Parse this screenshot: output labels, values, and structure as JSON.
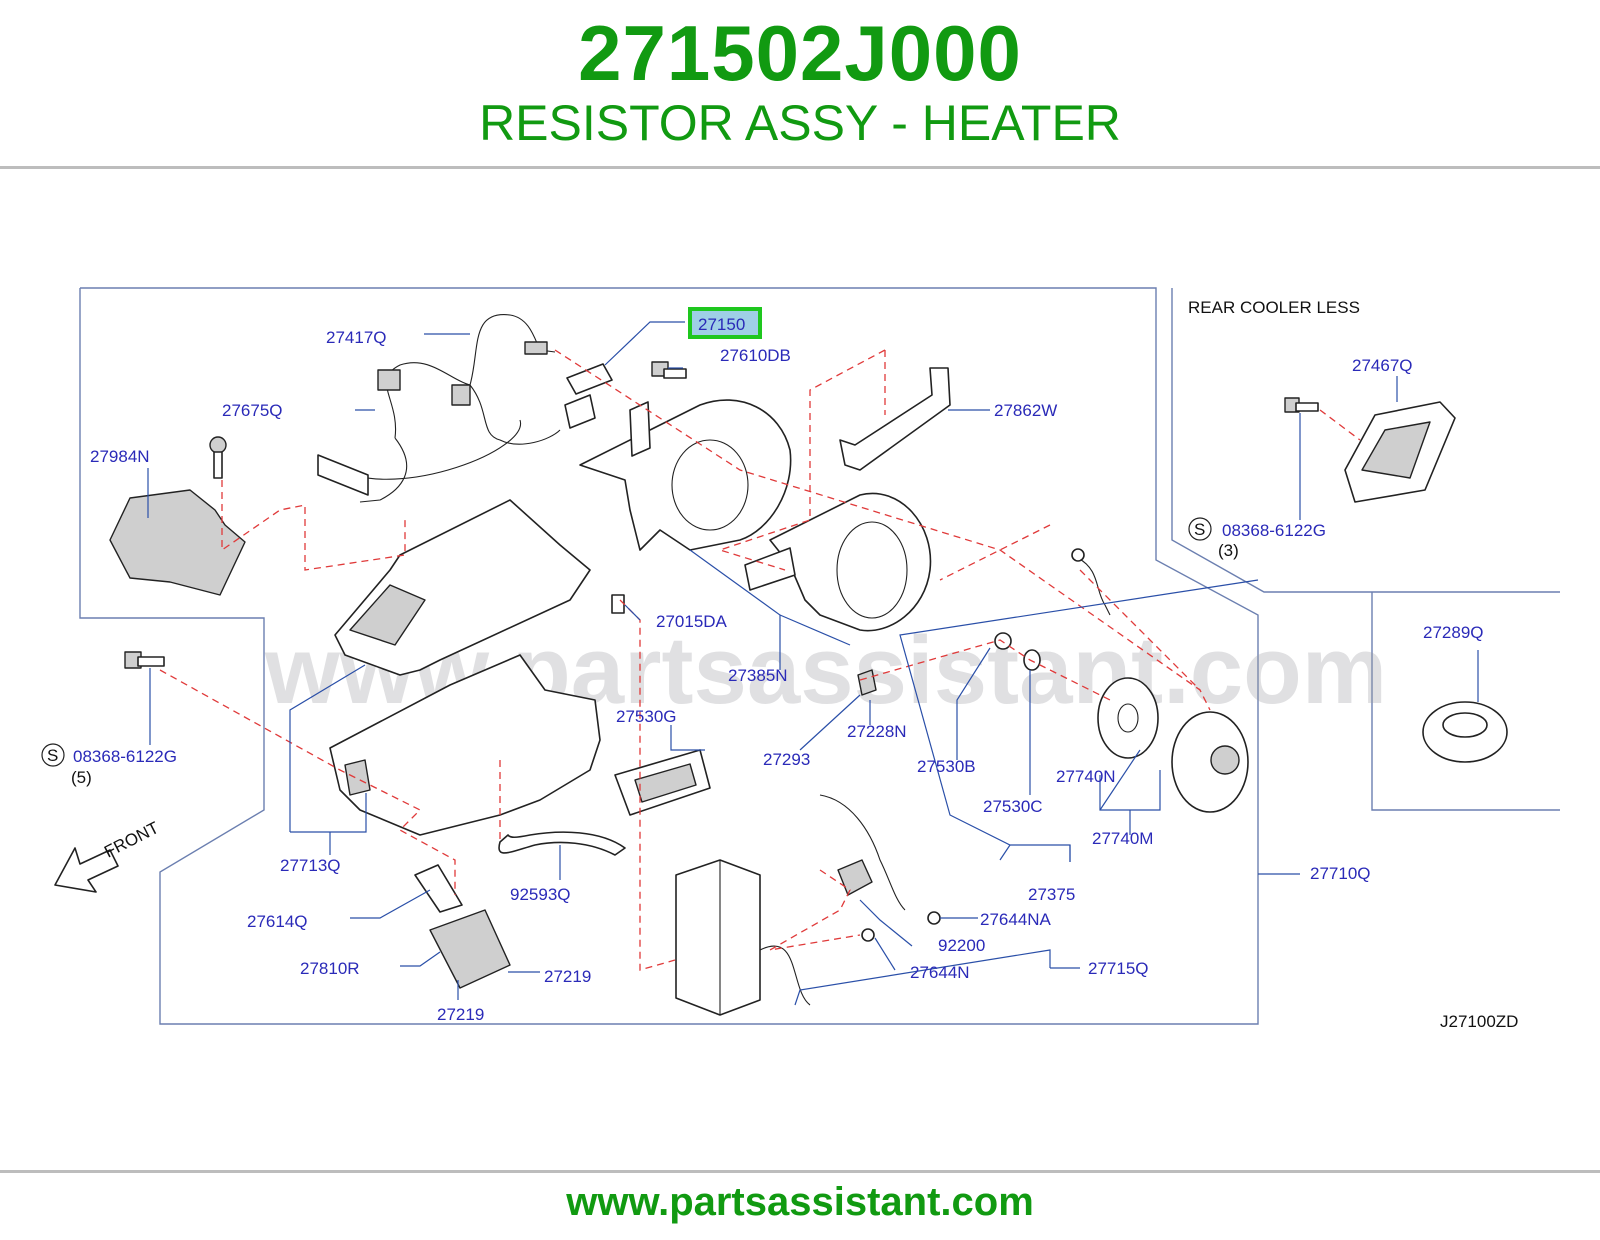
{
  "header": {
    "part_number": "271502J000",
    "part_title": "RESISTOR ASSY - HEATER"
  },
  "footer": {
    "url": "www.partsassistant.com"
  },
  "diagram": {
    "watermark": "www.partsassistant.com",
    "diagram_code": "J27100ZD",
    "front_label": "FRONT",
    "rear_cooler_less": "REAR   COOLER   LESS",
    "highlighted_part": "27150",
    "highlight_color": "#1ec71e",
    "screw_symbol": "S",
    "labels": {
      "p27417Q": "27417Q",
      "p27150": "27150",
      "p27610DB": "27610DB",
      "p27675Q": "27675Q",
      "p27862W": "27862W",
      "p27984N": "27984N",
      "p27015DA": "27015DA",
      "p27385N": "27385N",
      "p08368a": "08368-6122G",
      "p08368a_qty": "(5)",
      "p27530G": "27530G",
      "p27293": "27293",
      "p27228N": "27228N",
      "p27530B": "27530B",
      "p27740N": "27740N",
      "p27530C": "27530C",
      "p27740M": "27740M",
      "p27713Q": "27713Q",
      "p92593Q": "92593Q",
      "p27375": "27375",
      "p27710Q": "27710Q",
      "p27614Q": "27614Q",
      "p27644NA": "27644NA",
      "p92200": "92200",
      "p27810R": "27810R",
      "p27219a": "27219",
      "p27644N": "27644N",
      "p27715Q": "27715Q",
      "p27219b": "27219",
      "p27467Q": "27467Q",
      "p08368b": "08368-6122G",
      "p08368b_qty": "(3)",
      "p27289Q": "27289Q"
    }
  }
}
